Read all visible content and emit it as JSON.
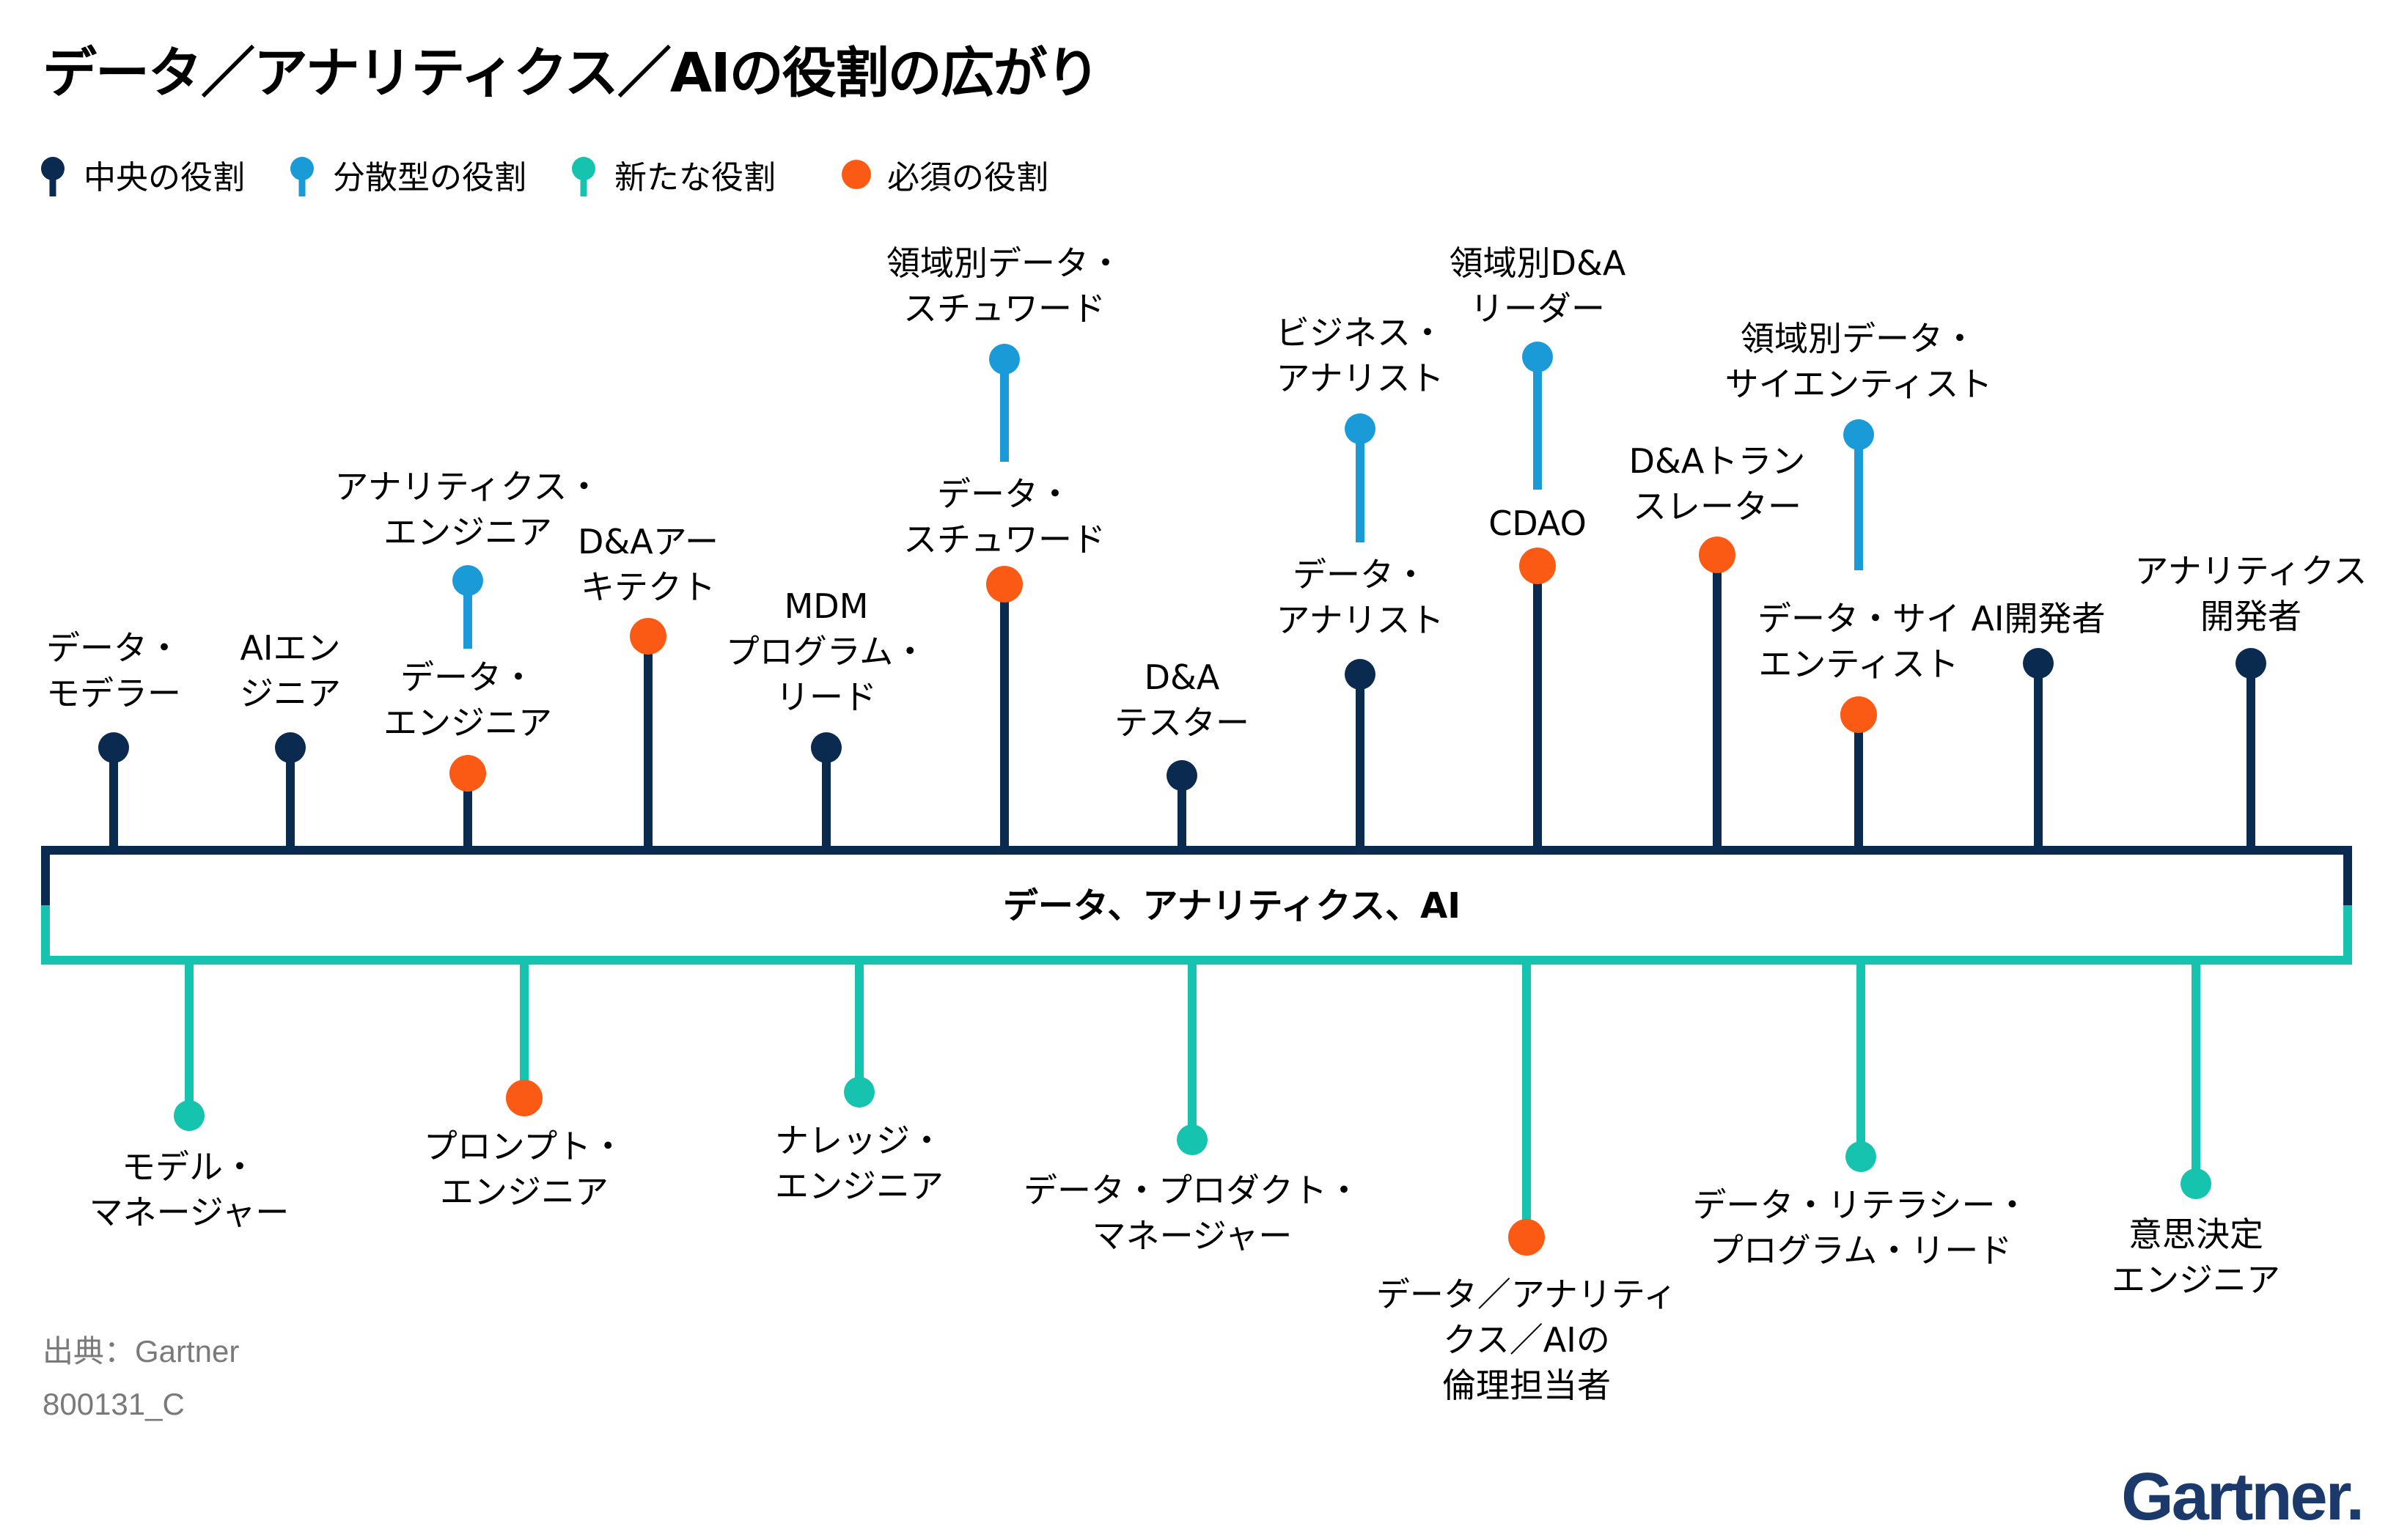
{
  "title": "データ／アナリティクス／AIの役割の広がり",
  "legend": [
    {
      "label": "中央の役割",
      "type": "central"
    },
    {
      "label": "分散型の役割",
      "type": "distributed"
    },
    {
      "label": "新たな役割",
      "type": "emerging"
    },
    {
      "label": "必須の役割",
      "type": "essential"
    }
  ],
  "colors": {
    "central": "#0b2a4f",
    "distributed": "#1a9ad6",
    "emerging": "#16c3ae",
    "essential": "#fb5a15"
  },
  "bar_label": "データ、アナリティクス、AI",
  "top_roles": [
    {
      "lines": [
        "データ・",
        "モデラー"
      ],
      "type": "central"
    },
    {
      "lines": [
        "AIエン",
        "ジニア"
      ],
      "type": "central"
    },
    {
      "lines": [
        "データ・",
        "エンジニア"
      ],
      "type": "essential",
      "extension": {
        "lines": [
          "アナリティクス・",
          "エンジニア"
        ],
        "type": "distributed"
      }
    },
    {
      "lines": [
        "D&Aアー",
        "キテクト"
      ],
      "type": "essential"
    },
    {
      "lines": [
        "MDM",
        "プログラム・",
        "リード"
      ],
      "type": "central"
    },
    {
      "lines": [
        "データ・",
        "スチュワード"
      ],
      "type": "essential",
      "extension": {
        "lines": [
          "領域別データ・",
          "スチュワード"
        ],
        "type": "distributed"
      }
    },
    {
      "lines": [
        "D&A",
        "テスター"
      ],
      "type": "central"
    },
    {
      "lines": [
        "データ・",
        "アナリスト"
      ],
      "type": "central",
      "extension": {
        "lines": [
          "ビジネス・",
          "アナリスト"
        ],
        "type": "distributed"
      }
    },
    {
      "lines": [
        "CDAO"
      ],
      "type": "essential",
      "extension": {
        "lines": [
          "領域別D&A",
          "リーダー"
        ],
        "type": "distributed"
      }
    },
    {
      "lines": [
        "D&Aトラン",
        "スレーター"
      ],
      "type": "essential"
    },
    {
      "lines": [
        "データ・サイ",
        "エンティスト"
      ],
      "type": "essential",
      "extension": {
        "lines": [
          "領域別データ・",
          "サイエンティスト"
        ],
        "type": "distributed"
      }
    },
    {
      "lines": [
        "AI開発者"
      ],
      "type": "central"
    },
    {
      "lines": [
        "アナリティクス",
        "開発者"
      ],
      "type": "central"
    }
  ],
  "bottom_roles": [
    {
      "lines": [
        "モデル・",
        "マネージャー"
      ],
      "type": "emerging"
    },
    {
      "lines": [
        "プロンプト・",
        "エンジニア"
      ],
      "type": "essential"
    },
    {
      "lines": [
        "ナレッジ・",
        "エンジニア"
      ],
      "type": "emerging"
    },
    {
      "lines": [
        "データ・プロダクト・",
        "マネージャー"
      ],
      "type": "emerging"
    },
    {
      "lines": [
        "データ／アナリティ",
        "クス／AIの",
        "倫理担当者"
      ],
      "type": "essential"
    },
    {
      "lines": [
        "データ・リテラシー・",
        "プログラム・リード"
      ],
      "type": "emerging"
    },
    {
      "lines": [
        "意思決定",
        "エンジニア"
      ],
      "type": "emerging"
    }
  ],
  "source": "出典：Gartner",
  "code": "800131_C",
  "brand": "Gartner"
}
